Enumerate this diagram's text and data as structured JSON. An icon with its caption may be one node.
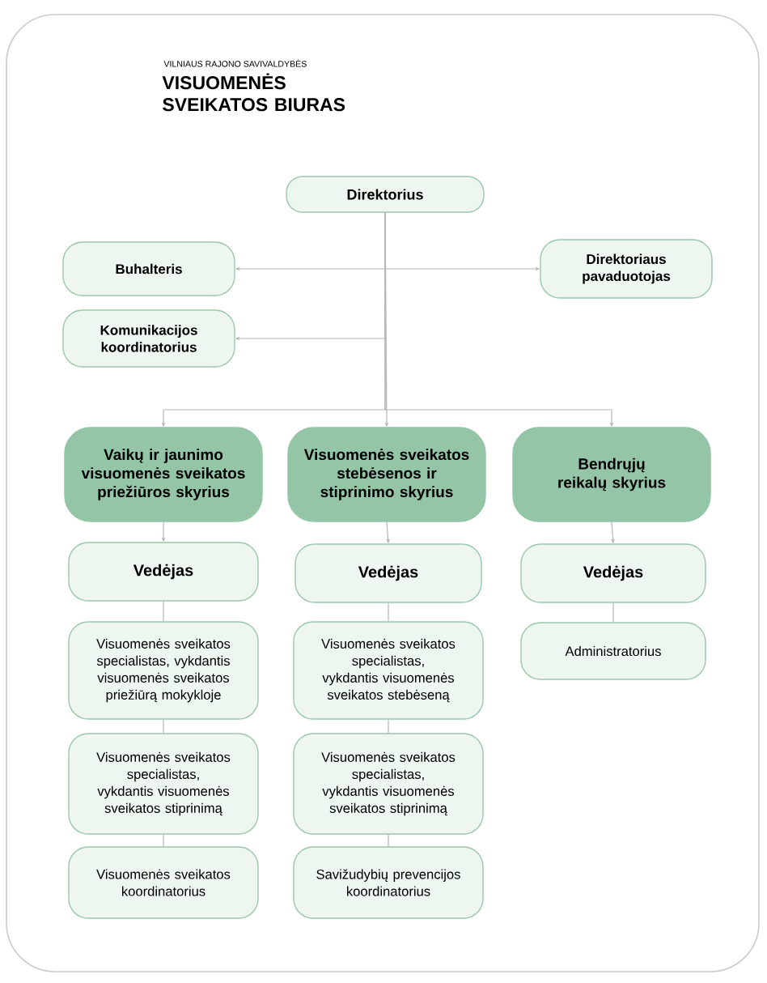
{
  "diagram": {
    "nodes": [
      {
        "text": [
          "Direktorius"
        ]
      },
      {
        "text": [
          "Buhalteris"
        ]
      },
      {
        "text": [
          "Direktoriaus pavaduotojas"
        ]
      },
      {
        "text": [
          "Komunikacijos koordinatorius"
        ]
      },
      {
        "text": [
          "Vaikų ir jaunimo visuomenės sveikatos priežiūros skyrius"
        ]
      },
      {
        "text": [
          "Visuomenės sveikatos stebėsenos ir stiprinimo skyrius"
        ]
      },
      {
        "text": [
          "Bendrųjų reikalų skyrius"
        ]
      },
      {
        "text": [
          "Vedėjas"
        ]
      },
      {
        "text": [
          "Vedėjas"
        ]
      },
      {
        "text": [
          "Vedėjas"
        ]
      },
      {
        "text": [
          "Visuomenės sveikatos specialistas, vykdantis visuomenės sveikatos priežiūrą mokykloje"
        ]
      },
      {
        "text": [
          "Visuomenės sveikatos specialistas, vykdantis visuomenės sveikatos stebėseną"
        ]
      },
      {
        "text": [
          "Administratorius"
        ]
      },
      {
        "text": [
          "Visuomenės sveikatos specialistas, vykdantis visuomenės sveikatos stiprinimą"
        ]
      },
      {
        "text": [
          "Visuomenės sveikatos specialistas, vykdantis visuomenės sveikatos stiprinimą"
        ]
      },
      {
        "text": [
          "Visuomenės sveikatos koordinatorius"
        ]
      },
      {
        "text": [
          "Savižudybių prevencijos koordinatorius"
        ]
      }
    ],
    "edges": [
      {
        "from": 0,
        "to": 1,
        "arrow": "to"
      },
      {
        "from": 0,
        "to": 2,
        "arrow": "to"
      },
      {
        "from": 0,
        "to": 3,
        "arrow": "to"
      },
      {
        "from": 0,
        "to": 4,
        "arrow": "to"
      },
      {
        "from": 0,
        "to": 5,
        "arrow": "to"
      },
      {
        "from": 0,
        "to": 6,
        "arrow": "to"
      },
      {
        "from": 4,
        "to": 7,
        "arrow": "to"
      },
      {
        "from": 5,
        "to": 8,
        "arrow": "to"
      },
      {
        "from": 6,
        "to": 9,
        "arrow": "to"
      },
      {
        "from": 7,
        "to": 10,
        "arrow": "none"
      },
      {
        "from": 8,
        "to": 11,
        "arrow": "none"
      },
      {
        "from": 9,
        "to": 12,
        "arrow": "none"
      },
      {
        "from": 10,
        "to": 13,
        "arrow": "none"
      },
      {
        "from": 11,
        "to": 14,
        "arrow": "none"
      },
      {
        "from": 13,
        "to": 15,
        "arrow": "none"
      },
      {
        "from": 14,
        "to": 16,
        "arrow": "none"
      }
    ],
    "labels": [
      "VILNIAUS RAJONO SAVIVALDYBĖS",
      "VISUOMENĖS SVEIKATOS BIURAS"
    ]
  }
}
